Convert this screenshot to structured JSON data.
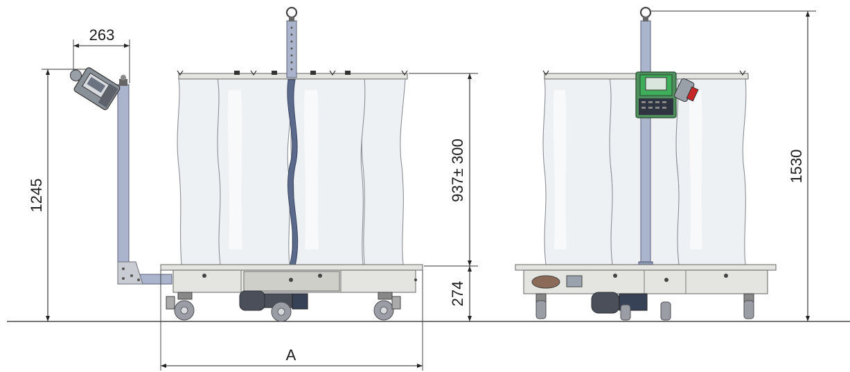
{
  "dimensions": {
    "width_263": "263",
    "height_1245": "1245",
    "bag_height": "937± 300",
    "base_height": "274",
    "total_height": "1530",
    "length_a": "A"
  },
  "colors": {
    "mast": "#aab4cc",
    "display_green": "#3fae5a",
    "bag": "#eef1f4",
    "frame": "#e4e4e0"
  }
}
